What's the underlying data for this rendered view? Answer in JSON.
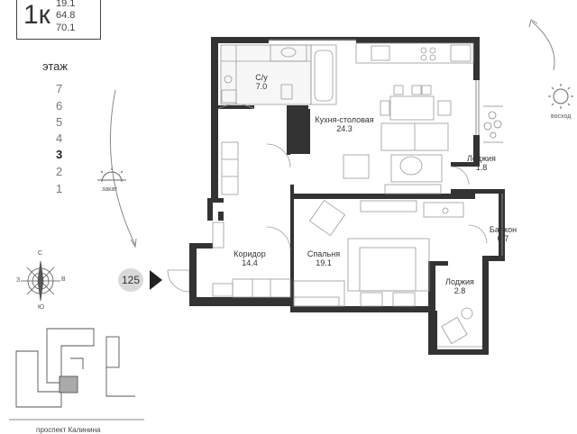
{
  "apartment": {
    "type": "1к",
    "areas": [
      "19.1",
      "64.8",
      "70.1"
    ],
    "number": "125"
  },
  "floors": {
    "title": "этаж",
    "list": [
      "7",
      "6",
      "5",
      "4",
      "3",
      "2",
      "1"
    ],
    "current": "3"
  },
  "sun": {
    "sunset": "закат",
    "sunrise": "восход"
  },
  "compass": {
    "n": "С",
    "s": "Ю",
    "w": "З",
    "e": "В"
  },
  "rooms": {
    "bathroom": {
      "name": "С/у",
      "area": "7.0"
    },
    "kitchen": {
      "name": "Кухня-столовая",
      "area": "24.3"
    },
    "loggia1": {
      "name": "Лоджия",
      "area": "1.8"
    },
    "corridor": {
      "name": "Коридор",
      "area": "14.4"
    },
    "bedroom": {
      "name": "Спальня",
      "area": "19.1"
    },
    "balcony": {
      "name": "Balкон",
      "area": "0.7"
    },
    "loggia2": {
      "name": "Лоджия",
      "area": "2.8"
    }
  },
  "street": "проспект Калинина",
  "colors": {
    "wall": "#333333",
    "line": "#999999",
    "fill_light": "#eeeeee"
  }
}
